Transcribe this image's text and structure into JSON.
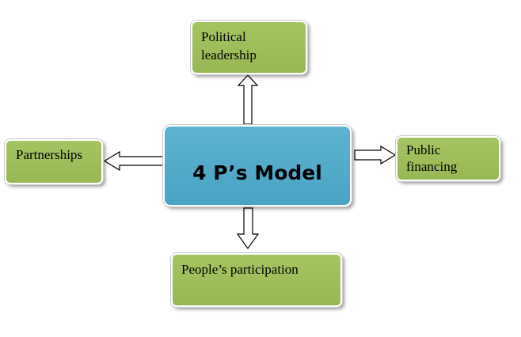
{
  "center": {
    "label": "4 P’s Model"
  },
  "nodes": {
    "political": {
      "label": "Political leadership"
    },
    "partnerships": {
      "label": "Partnerships"
    },
    "public": {
      "label": "Public financing"
    },
    "people": {
      "label": "People’s participation"
    }
  },
  "colors": {
    "center_fill": "#4aa3c4",
    "node_fill": "#9bbb59",
    "arrow_stroke": "#000000",
    "arrow_fill": "#ffffff"
  }
}
